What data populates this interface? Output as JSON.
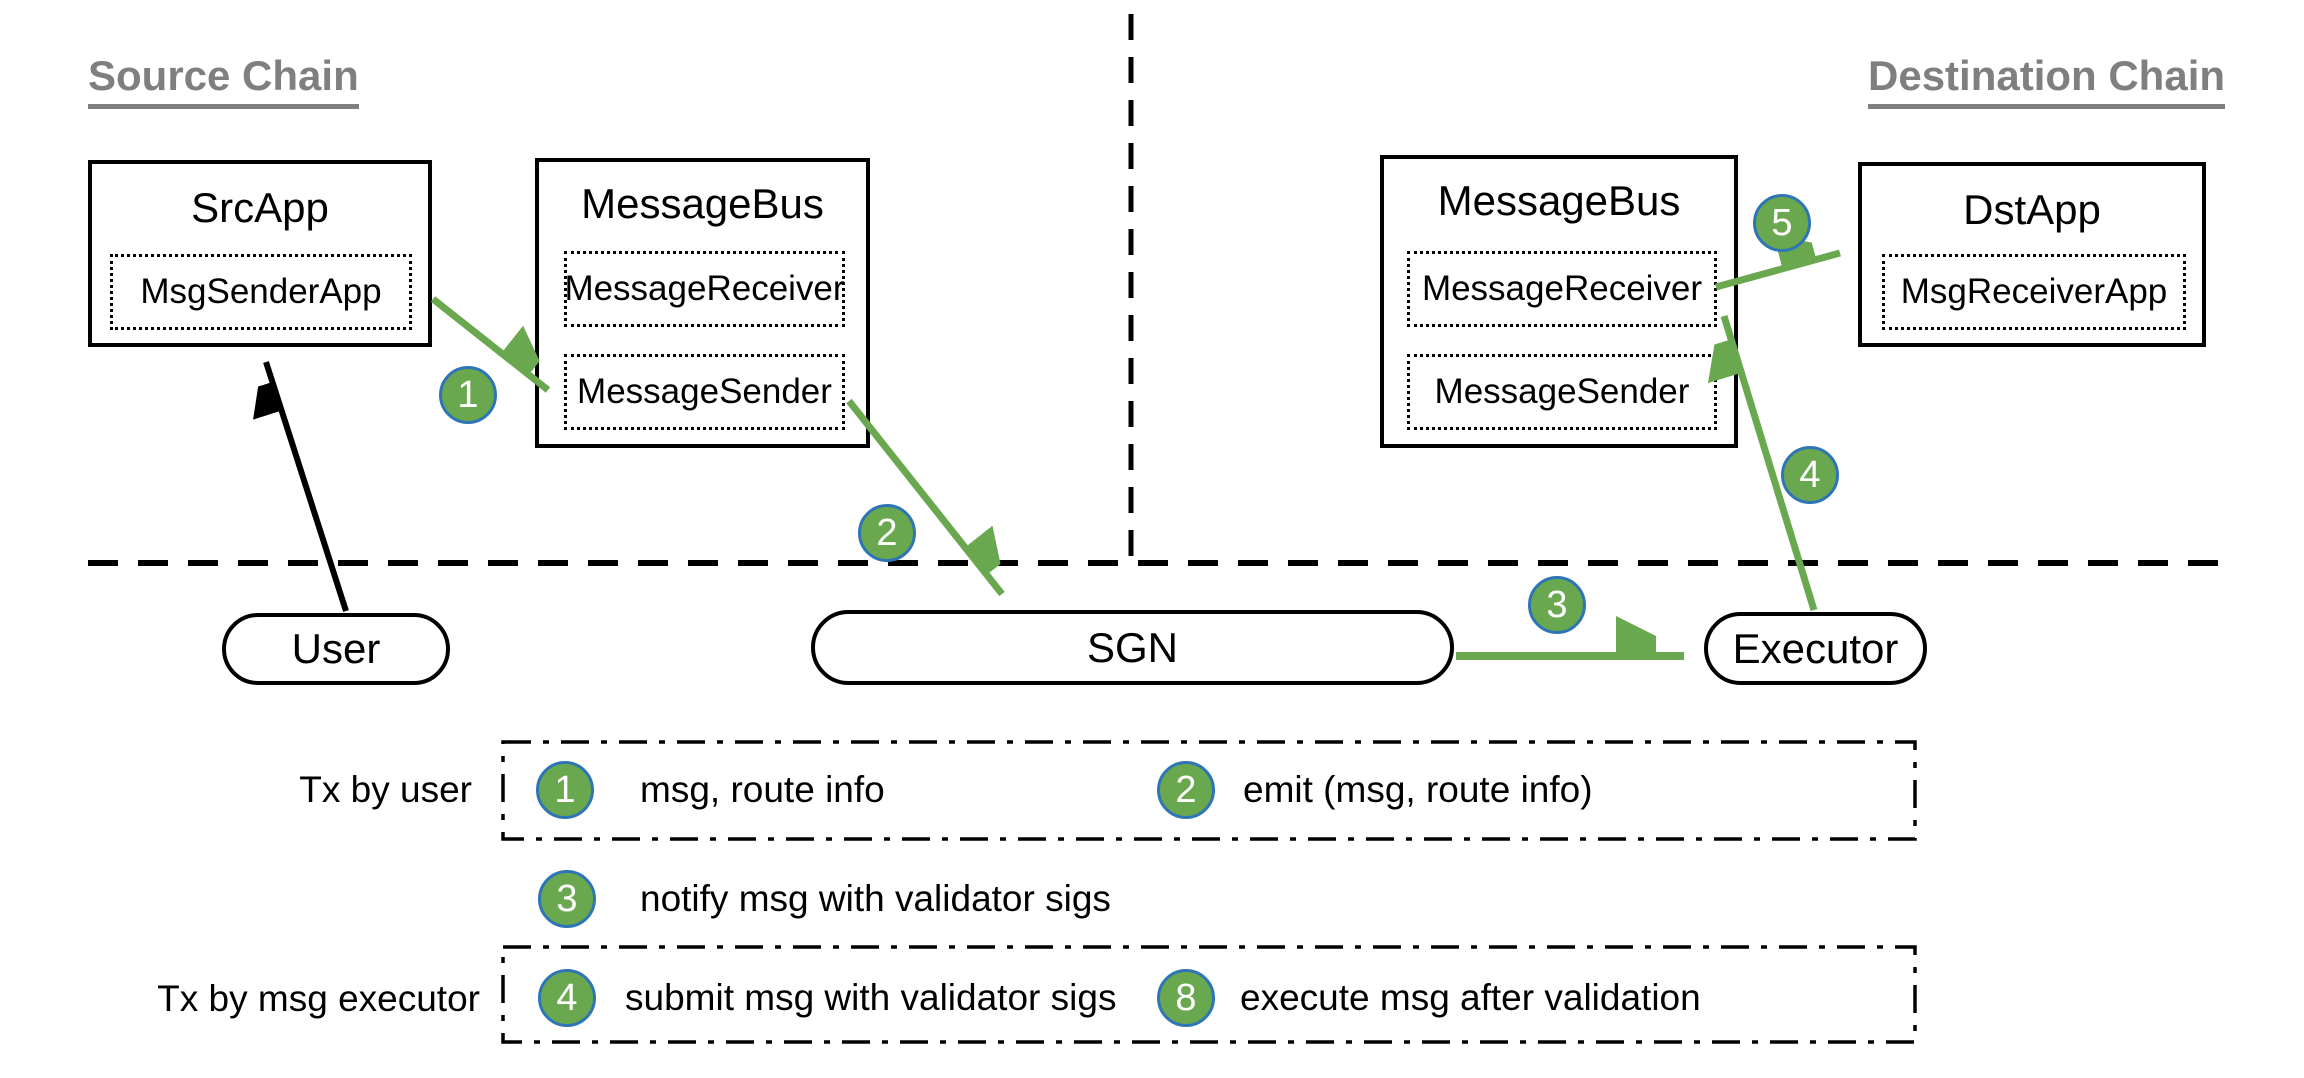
{
  "colors": {
    "badge_fill": "#6aa84f",
    "badge_border": "#2e75b6",
    "arrow_green": "#6aa84f",
    "title_gray": "#7f7f7f"
  },
  "headers": {
    "source": "Source Chain",
    "destination": "Destination Chain"
  },
  "boxes": {
    "src_app": {
      "title": "SrcApp",
      "module": "MsgSenderApp"
    },
    "message_bus_source": {
      "title": "MessageBus",
      "module_receiver": "MessageReceiver",
      "module_sender": "MessageSender"
    },
    "message_bus_destination": {
      "title": "MessageBus",
      "module_receiver": "MessageReceiver",
      "module_sender": "MessageSender"
    },
    "dst_app": {
      "title": "DstApp",
      "module": "MsgReceiverApp"
    }
  },
  "nodes": {
    "user": "User",
    "sgn": "SGN",
    "executor": "Executor"
  },
  "badges": {
    "step1": "1",
    "step2": "2",
    "step3": "3",
    "step4": "4",
    "step5": "5"
  },
  "legend": {
    "row_user_label": "Tx by user",
    "row_executor_label": "Tx by msg executor",
    "items": [
      {
        "num": "1",
        "text": "msg, route info"
      },
      {
        "num": "2",
        "text": "emit (msg, route info)"
      },
      {
        "num": "3",
        "text": "notify msg with validator sigs"
      },
      {
        "num": "4",
        "text": "submit msg with validator sigs"
      },
      {
        "num": "8",
        "text": "execute msg after validation"
      }
    ]
  }
}
